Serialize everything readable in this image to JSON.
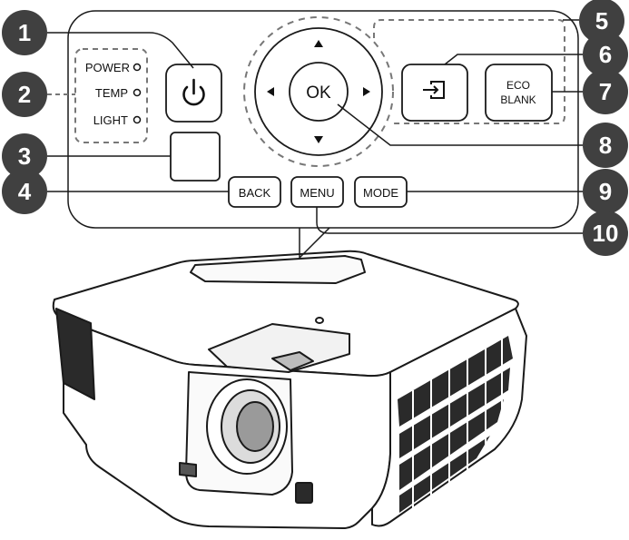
{
  "panel": {
    "indicators": [
      {
        "label": "POWER"
      },
      {
        "label": "TEMP"
      },
      {
        "label": "LIGHT"
      }
    ],
    "buttons": {
      "ok": "OK",
      "eco_line1": "ECO",
      "eco_line2": "BLANK",
      "back": "BACK",
      "menu": "MENU",
      "mode": "MODE"
    }
  },
  "callouts": [
    "1",
    "2",
    "3",
    "4",
    "5",
    "6",
    "7",
    "8",
    "9",
    "10"
  ],
  "colors": {
    "callout_fill": "#404040",
    "line": "#1a1a1a",
    "panel_fill": "#ffffff"
  },
  "icons": {
    "power_button": "power-icon",
    "source_button": "input-source-icon",
    "ir_sensor": "ir-sensor-window",
    "arrows": [
      "arrow-up-icon",
      "arrow-down-icon",
      "arrow-left-icon",
      "arrow-right-icon"
    ]
  }
}
